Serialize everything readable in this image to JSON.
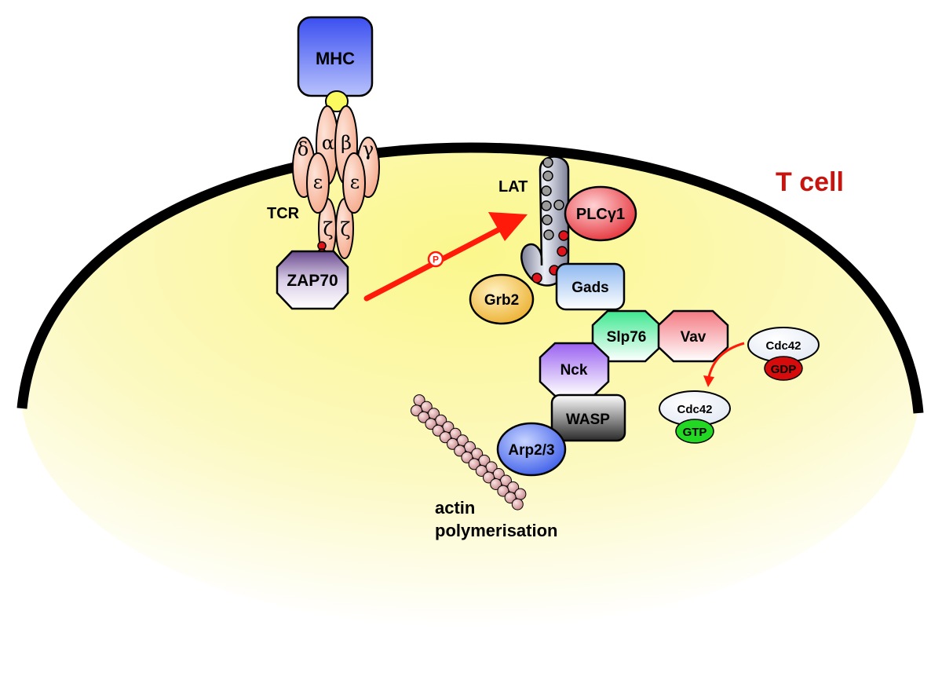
{
  "cell": {
    "label": "T cell"
  },
  "receptor": {
    "mhc_label": "MHC",
    "tcr_label": "TCR",
    "chains": {
      "alpha": "α",
      "beta": "β",
      "delta": "δ",
      "gamma": "γ",
      "epsilon_left": "ε",
      "epsilon_right": "ε",
      "zeta_left": "ζ",
      "zeta_right": "ζ"
    }
  },
  "kinase": {
    "label": "ZAP70"
  },
  "phospho_marker": "P",
  "adaptor": {
    "lat_label": "LAT"
  },
  "proteins": {
    "plcg1": "PLCγ1",
    "grb2": "Grb2",
    "gads": "Gads",
    "slp76": "Slp76",
    "vav": "Vav",
    "nck": "Nck",
    "wasp": "WASP",
    "arp23": "Arp2/3"
  },
  "gtpase": {
    "inactive": {
      "name": "Cdc42",
      "nucleotide": "GDP"
    },
    "active": {
      "name": "Cdc42",
      "nucleotide": "GTP"
    }
  },
  "actin": {
    "line1": "actin",
    "line2": "polymerisation"
  },
  "colors": {
    "membrane": "#000000",
    "cytoplasm": "#fbf8a8",
    "arrow": "#ff1a0a",
    "cell_label": "#c8140e",
    "chain_fill": "#f6ab8e",
    "mhc": "#4a5cf0",
    "zap70": "#8f6bb5",
    "plcg1": "#e8202a",
    "grb2": "#f0b224",
    "gads": "#a4c8f4",
    "slp76": "#5ee8a2",
    "vav": "#f2858a",
    "nck": "#a774f0",
    "wasp": "#3a3a3a",
    "arp23": "#3358e8",
    "gdp": "#d60c0c",
    "gtp": "#22d822",
    "actin": "#c8888c"
  }
}
